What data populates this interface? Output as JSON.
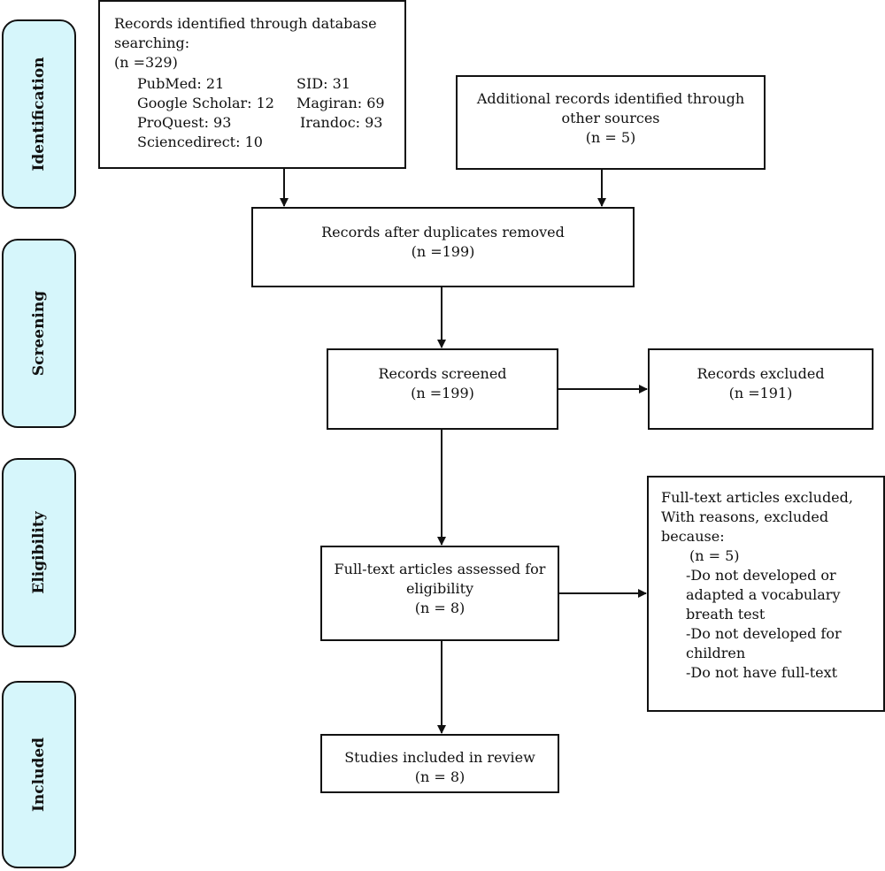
{
  "stages": {
    "identification": "Identification",
    "screening": "Screening",
    "eligibility": "Eligibility",
    "included": "Included"
  },
  "identified": {
    "line1": "Records identified through database",
    "line2": "searching:",
    "count": "(n =329)",
    "sources": [
      {
        "name": "PubMed: 21"
      },
      {
        "name": "SID: 31"
      },
      {
        "name": "Google Scholar: 12"
      },
      {
        "name": "Magiran: 69"
      },
      {
        "name": "ProQuest: 93"
      },
      {
        "name": "Irandoc: 93"
      },
      {
        "name": "Sciencedirect: 10"
      }
    ]
  },
  "additional": {
    "line1": "Additional records identified through",
    "line2": "other sources",
    "count": "(n = 5)"
  },
  "duplicates": {
    "label": "Records after duplicates removed",
    "count": "(n =199)"
  },
  "screened": {
    "label": "Records screened",
    "count": "(n =199)"
  },
  "excluded": {
    "label": "Records excluded",
    "count": "(n =191)"
  },
  "fulltext": {
    "line1": "Full-text articles assessed for",
    "line2": "eligibility",
    "count": "(n = 8)"
  },
  "fulltext_excluded": {
    "lines": [
      "Full-text articles excluded,",
      "With reasons, excluded",
      "because:",
      "(n = 5)",
      "-Do not developed or",
      "adapted a vocabulary",
      "breath test",
      "-Do not developed for",
      "children",
      "-Do not have full-text"
    ]
  },
  "included": {
    "label": "Studies included in review",
    "count": "(n = 8)"
  }
}
